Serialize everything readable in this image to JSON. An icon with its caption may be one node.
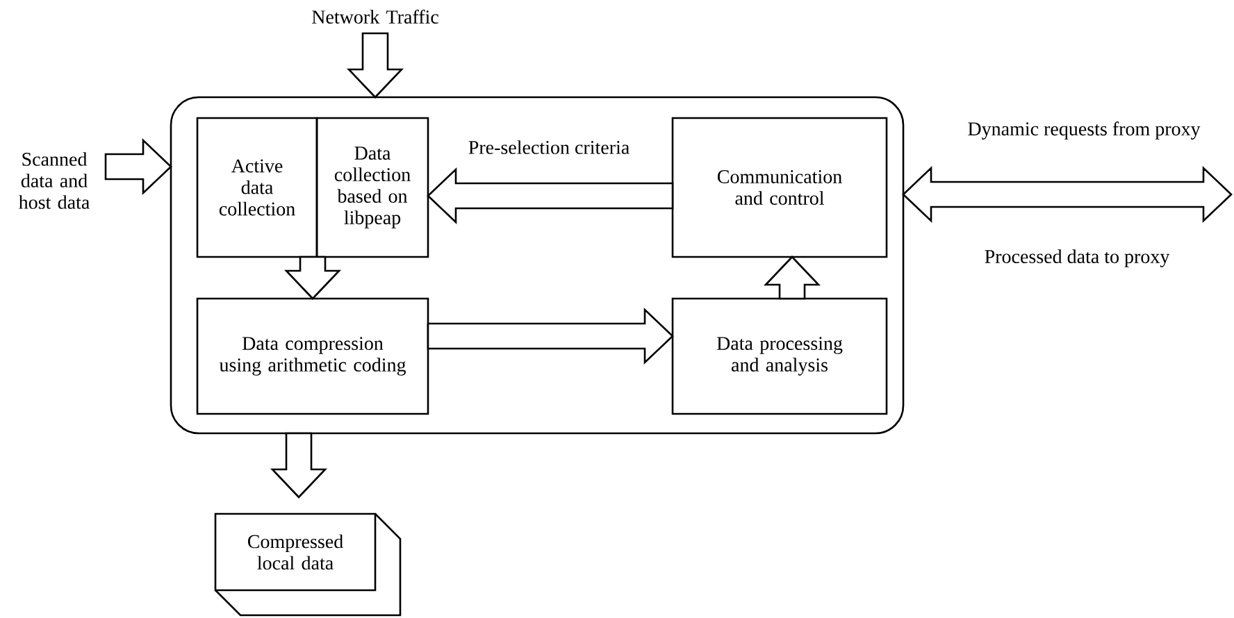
{
  "diagram": {
    "nodes": [
      {
        "text": [],
        "shape": "box"
      },
      {
        "text": [
          "Active data collection"
        ],
        "in": 0
      },
      {
        "text": [
          "Data collection based on libpeap"
        ],
        "in": 0
      },
      {
        "text": [
          "Communication and control"
        ],
        "in": 0
      },
      {
        "text": [
          "Data compression using arithmetic coding"
        ],
        "in": 0
      },
      {
        "text": [
          "Data processing and analysis"
        ],
        "in": 0
      },
      {
        "text": [
          "Compressed local data"
        ]
      },
      {
        "text": [
          "Network Traffic"
        ]
      },
      {
        "text": [
          "Scanned data and host data"
        ]
      }
    ],
    "edges": [
      {
        "from": 7,
        "to": 0,
        "arrow": "to"
      },
      {
        "from": 8,
        "to": 0,
        "arrow": "to"
      },
      {
        "from": 3,
        "to": 2,
        "arrow": "to",
        "label": "Pre-selection criteria"
      },
      {
        "from": 1,
        "to": 4,
        "arrow": "to"
      },
      {
        "from": 4,
        "to": 5,
        "arrow": "to"
      },
      {
        "from": 5,
        "to": 3,
        "arrow": "to"
      },
      {
        "from": 0,
        "to": 6,
        "arrow": "to"
      },
      {
        "from": 0,
        "to": null,
        "arrow": "both",
        "label": "Dynamic requests from proxy"
      }
    ],
    "labels": [
      "Processed data to proxy"
    ]
  }
}
